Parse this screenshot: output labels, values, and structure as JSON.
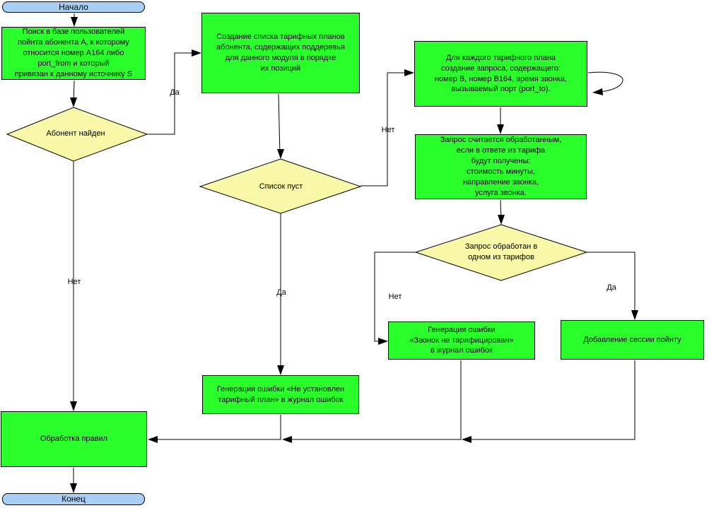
{
  "diagram": {
    "colors": {
      "process_fill": "#2bff2b",
      "decision_fill": "#f8f8a8",
      "terminator_fill": "#a9cff5",
      "stroke": "#000000"
    },
    "nodes": {
      "start": {
        "label": "Начало"
      },
      "search_user": {
        "label": "Поиск в базе пользователей\nпойнта абонента А, к которому\nотносится номер A164 либо\nport_from и который\nпривязан к данному источнику S"
      },
      "subscriber_found": {
        "label": "Абонент найден"
      },
      "create_plan_list": {
        "label": "Создание списка тарифных планов\nабонента, содержащих поддеревья\nдля данного модуля в порядке\nих позиций"
      },
      "list_empty": {
        "label": "Список пуст"
      },
      "create_request": {
        "label": "Для каждого тарифного плана\nсоздание запроса, содержащего:\nномер В, номер В164, время звонка,\nвызываемый порт (port_to)."
      },
      "request_processed_def": {
        "label": "Запрос считается обработанным,\nесли в ответе из тарифа\nбудут получены:\nстоимость минуты,\nнаправление звонка,\nуслуга звонка."
      },
      "request_processed_q": {
        "label": "Запрос обработан в\nодном из тарифов"
      },
      "error_not_tariffed": {
        "label": "Генерация ошибки\n«Звонок не тарифицирован»\nв журнал ошибок"
      },
      "add_session": {
        "label": "Добавление сессии пойнту"
      },
      "error_no_plan": {
        "label": "Генерация ошибки «Не установлен\nтарифный план» в журнал ошибок"
      },
      "process_rules": {
        "label": "Обработка правил"
      },
      "end": {
        "label": "Конец"
      }
    },
    "edge_labels": {
      "yes_found": "Да",
      "no_found": "Нет",
      "no_list_empty": "Нет",
      "yes_list_empty": "Да",
      "no_processed": "Нет",
      "yes_processed": "Да"
    }
  }
}
